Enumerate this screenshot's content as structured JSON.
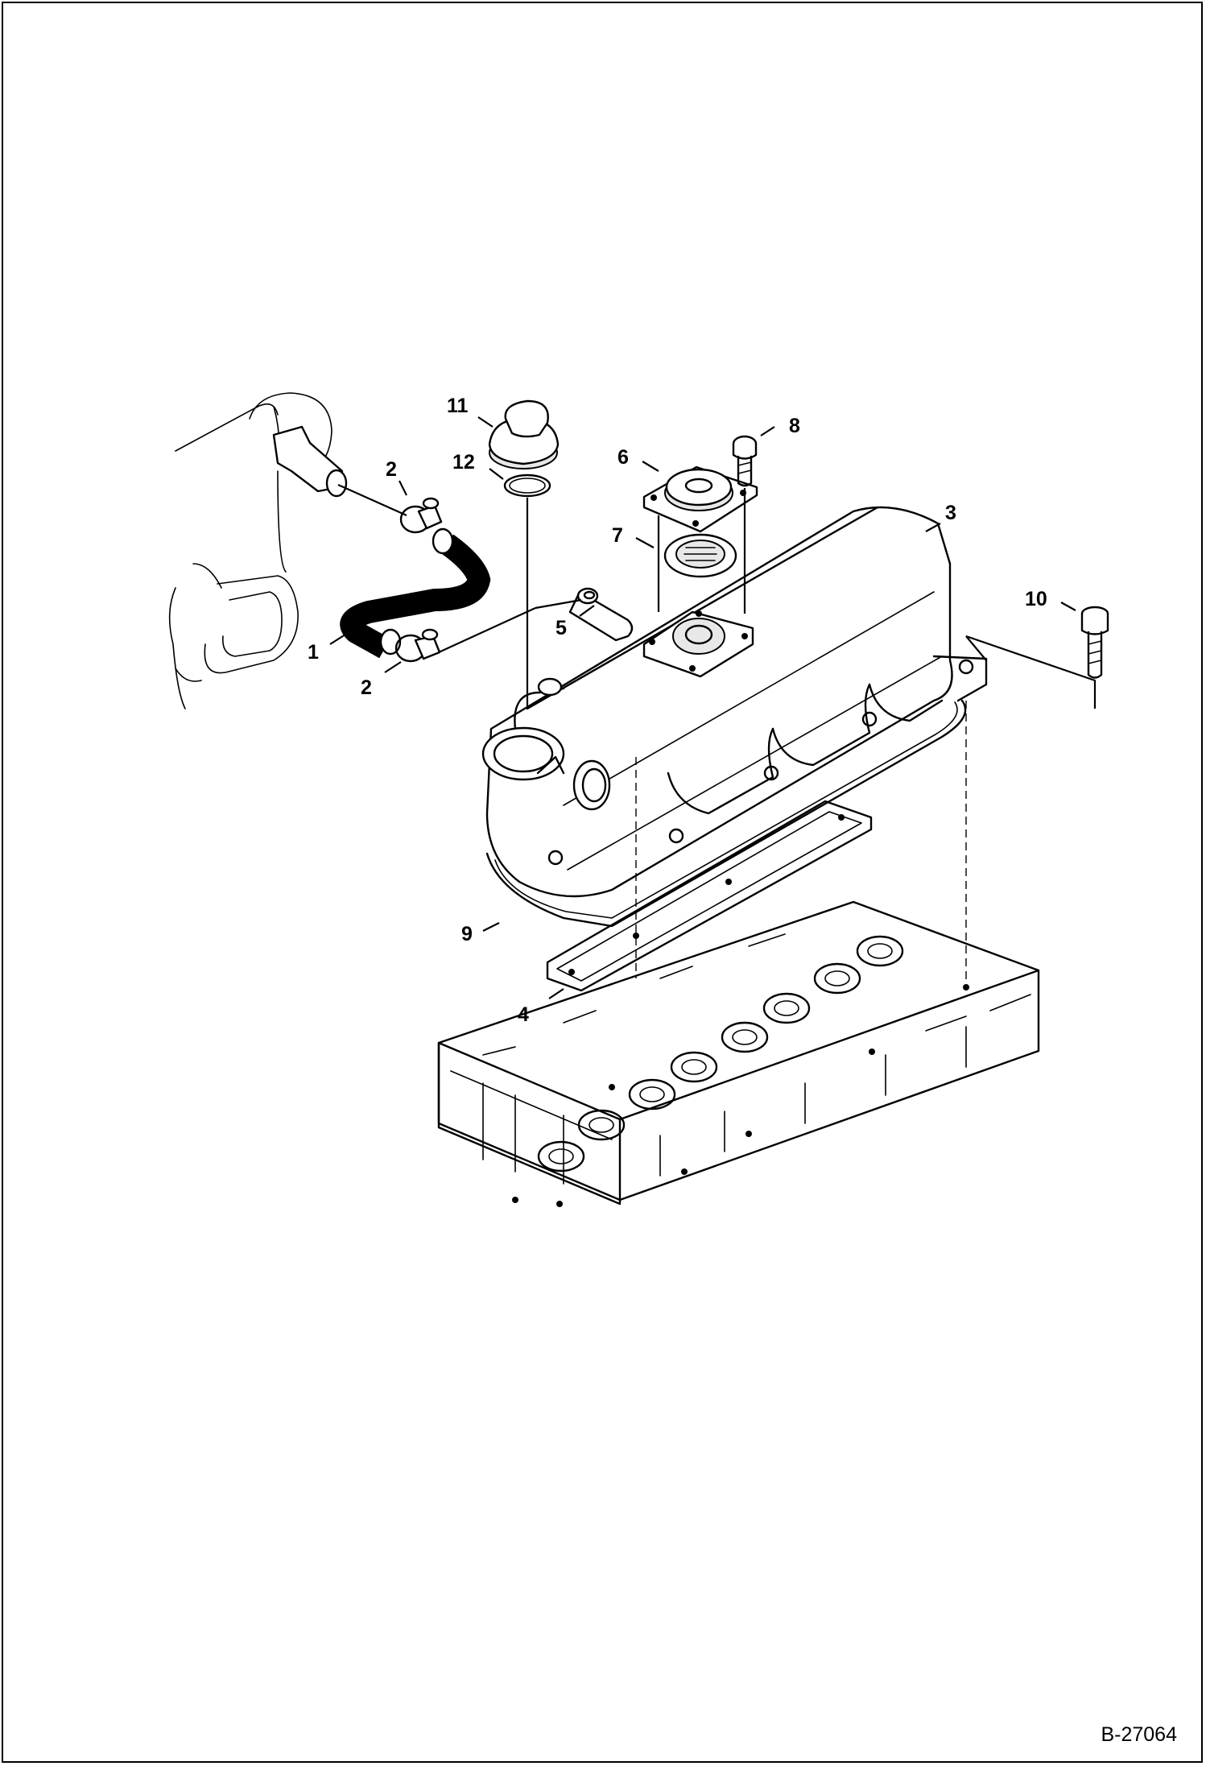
{
  "figure_number": "B-27064",
  "callouts": [
    {
      "id": "c1",
      "label": "1"
    },
    {
      "id": "c2a",
      "label": "2"
    },
    {
      "id": "c2b",
      "label": "2"
    },
    {
      "id": "c3",
      "label": "3"
    },
    {
      "id": "c4",
      "label": "4"
    },
    {
      "id": "c5",
      "label": "5"
    },
    {
      "id": "c6",
      "label": "6"
    },
    {
      "id": "c7",
      "label": "7"
    },
    {
      "id": "c8",
      "label": "8"
    },
    {
      "id": "c9",
      "label": "9"
    },
    {
      "id": "c10",
      "label": "10"
    },
    {
      "id": "c11",
      "label": "11"
    },
    {
      "id": "c12",
      "label": "12"
    }
  ]
}
